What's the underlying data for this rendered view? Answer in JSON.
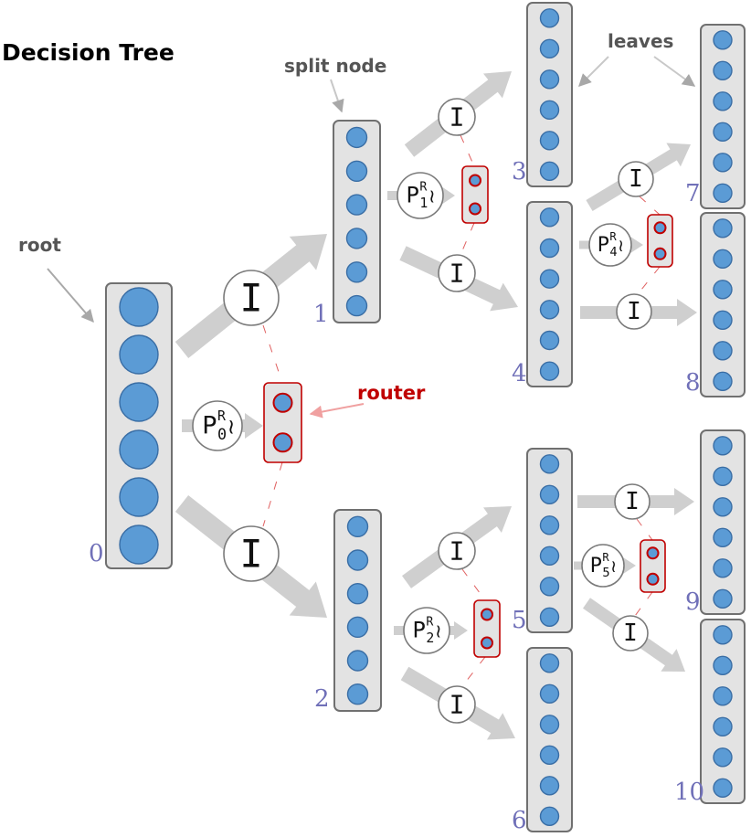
{
  "title": "Decision Tree",
  "labels": {
    "root": "root",
    "split_node": "split node",
    "leaves": "leaves",
    "router": "router"
  },
  "operators": {
    "identity": "I",
    "permutation": "P",
    "permutation_sup": "R",
    "tilde": "≀"
  },
  "nodes": [
    {
      "id": "0",
      "units": 6
    },
    {
      "id": "1",
      "units": 6
    },
    {
      "id": "2",
      "units": 6
    },
    {
      "id": "3",
      "units": 6
    },
    {
      "id": "4",
      "units": 6
    },
    {
      "id": "5",
      "units": 6
    },
    {
      "id": "6",
      "units": 6
    },
    {
      "id": "7",
      "units": 6
    },
    {
      "id": "8",
      "units": 6
    },
    {
      "id": "9",
      "units": 6
    },
    {
      "id": "10",
      "units": 6
    }
  ],
  "routers": [
    {
      "id": "0",
      "units": 2
    },
    {
      "id": "1",
      "units": 2
    },
    {
      "id": "2",
      "units": 2
    },
    {
      "id": "4",
      "units": 2
    },
    {
      "id": "5",
      "units": 2
    }
  ],
  "colors": {
    "node_fill": "#e3e3e3",
    "node_stroke": "#707070",
    "unit_fill": "#5b9bd5",
    "unit_stroke": "#3a6ea5",
    "router_fill": "#e3e3e3",
    "router_stroke": "#c00000",
    "arrow": "#cfcfcf",
    "label_arrow": "#a8a8a8",
    "router_arrow": "#f0a0a0",
    "dash_line": "#e06060",
    "node_number": "#7070b8"
  }
}
